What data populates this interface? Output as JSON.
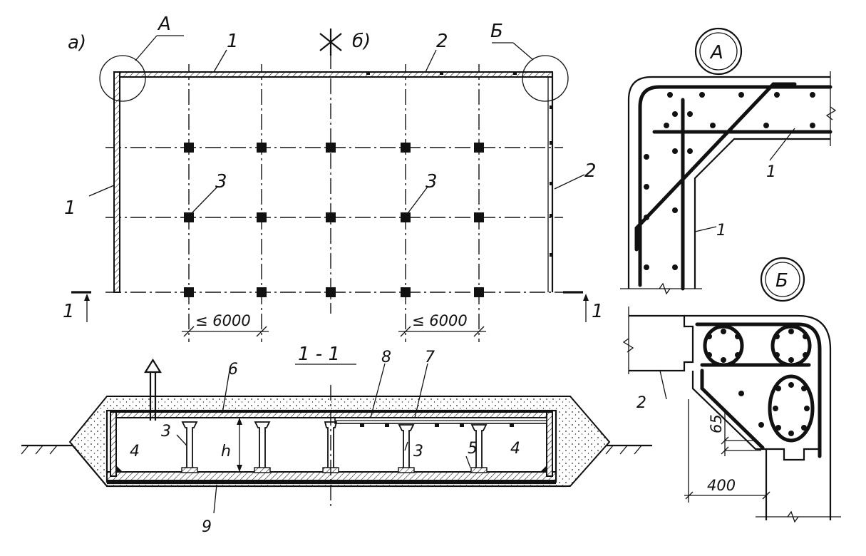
{
  "labels": {
    "plan_a": "а)",
    "plan_b": "б)",
    "callout_A": "А",
    "callout_B": "Б",
    "wall_type_1": "1",
    "wall_type_2": "2",
    "column": "3",
    "section_mark": "1",
    "section_title": "1 - 1",
    "pos_3": "3",
    "pos_4": "4",
    "pos_5": "5",
    "pos_6": "6",
    "pos_7": "7",
    "pos_8": "8",
    "pos_9": "9",
    "height": "h"
  },
  "dimensions": {
    "span_left": "≤ 6000",
    "span_right": "≤ 6000",
    "offset": "65",
    "width": "400"
  },
  "details": {
    "A_title": "А",
    "B_title": "Б",
    "A_label_1a": "1",
    "A_label_1b": "1",
    "B_label_2": "2"
  }
}
